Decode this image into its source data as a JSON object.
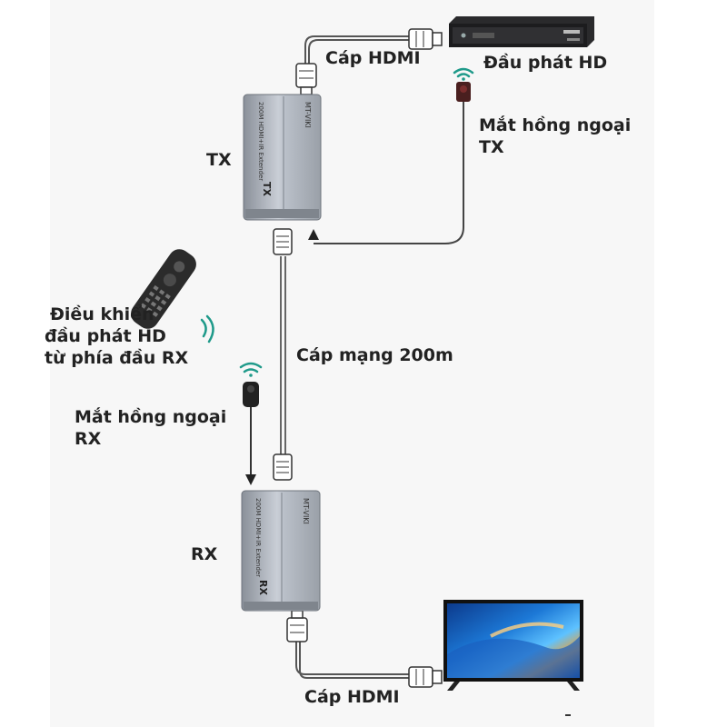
{
  "labels": {
    "hdmi_top": "Cáp HDMI",
    "player": "Đầu phát HD",
    "ir_tx_line1": "Mắt hồng ngoại",
    "ir_tx_line2": "TX",
    "tx": "TX",
    "remote_line1": "Điều khiển",
    "remote_line2": "đầu phát HD",
    "remote_line3": "từ phía đầu RX",
    "lan": "Cáp mạng 200m",
    "ir_rx_line1": "Mắt hồng ngoại",
    "ir_rx_line2": "RX",
    "rx": "RX",
    "hdmi_bottom": "Cáp HDMI"
  },
  "devices": {
    "brand": "MT-VIKI",
    "tx_model": "200M HDMI+IR Extender",
    "tx_tag": "TX",
    "rx_model": "200M HDMI+IR Extender",
    "rx_tag": "RX"
  }
}
